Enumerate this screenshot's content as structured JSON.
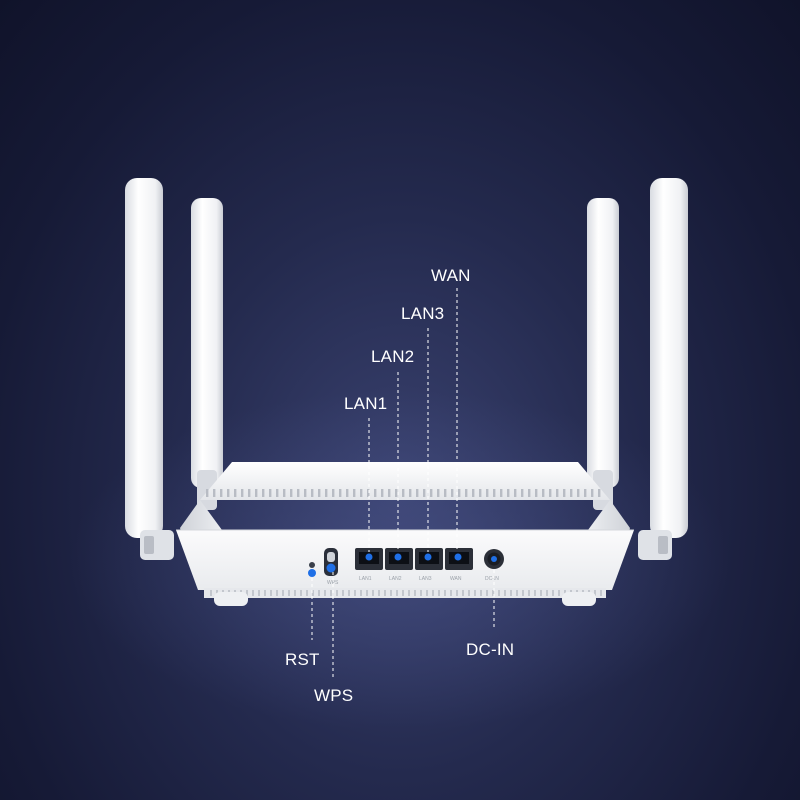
{
  "labels": {
    "wan": "WAN",
    "lan3": "LAN3",
    "lan2": "LAN2",
    "lan1": "LAN1",
    "rst": "RST",
    "wps": "WPS",
    "dc_in": "DC-IN"
  },
  "port_markings": {
    "wps": "WPS",
    "lan1": "LAN1",
    "lan2": "LAN2",
    "lan3": "LAN3",
    "wan": "WAN",
    "dc_in": "DC-IN"
  },
  "colors": {
    "background_center": "#3a4270",
    "background_edge": "#10132a",
    "router_body": "#f4f5f7",
    "port_accent": "#1f6fe6",
    "leader_line": "#ffffff"
  }
}
